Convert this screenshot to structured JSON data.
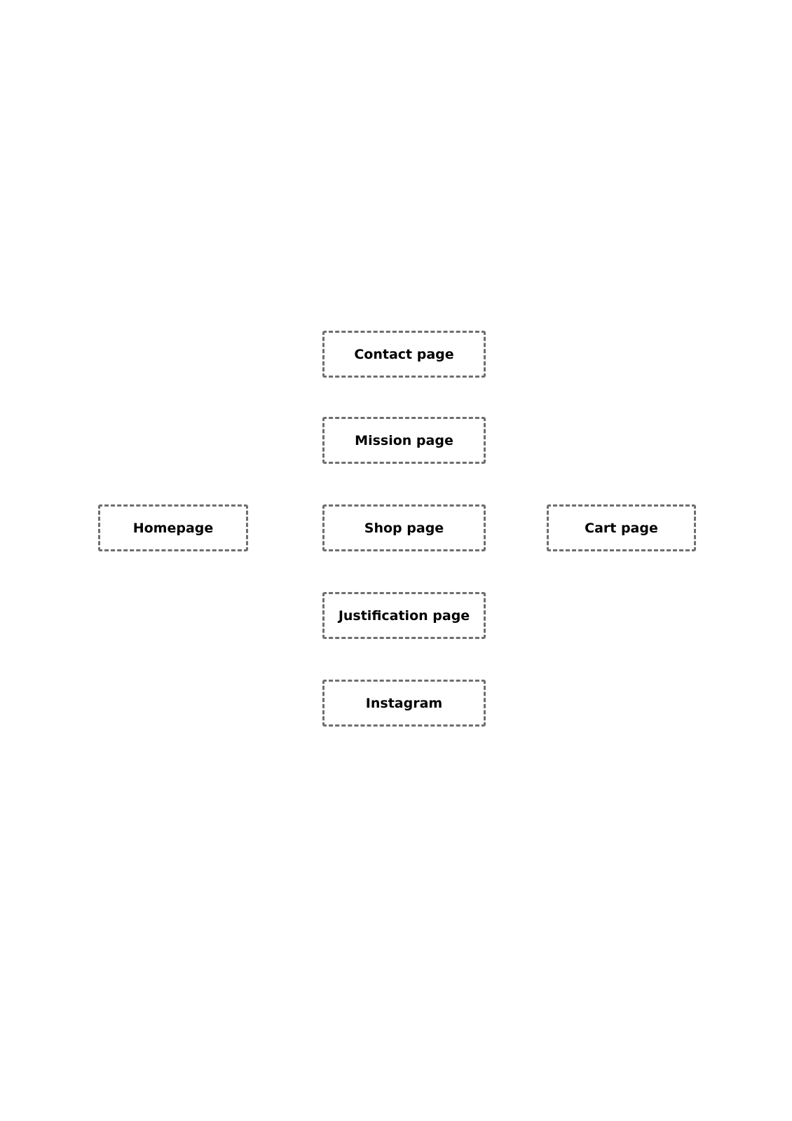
{
  "colors": {
    "node_border": "#6e6e6e",
    "node_text": "#000000",
    "background": "#ffffff"
  },
  "nodes": {
    "contact": "Contact page",
    "mission": "Mission page",
    "homepage": "Homepage",
    "shop": "Shop page",
    "cart": "Cart page",
    "justification": "Justification page",
    "instagram": "Instagram"
  }
}
